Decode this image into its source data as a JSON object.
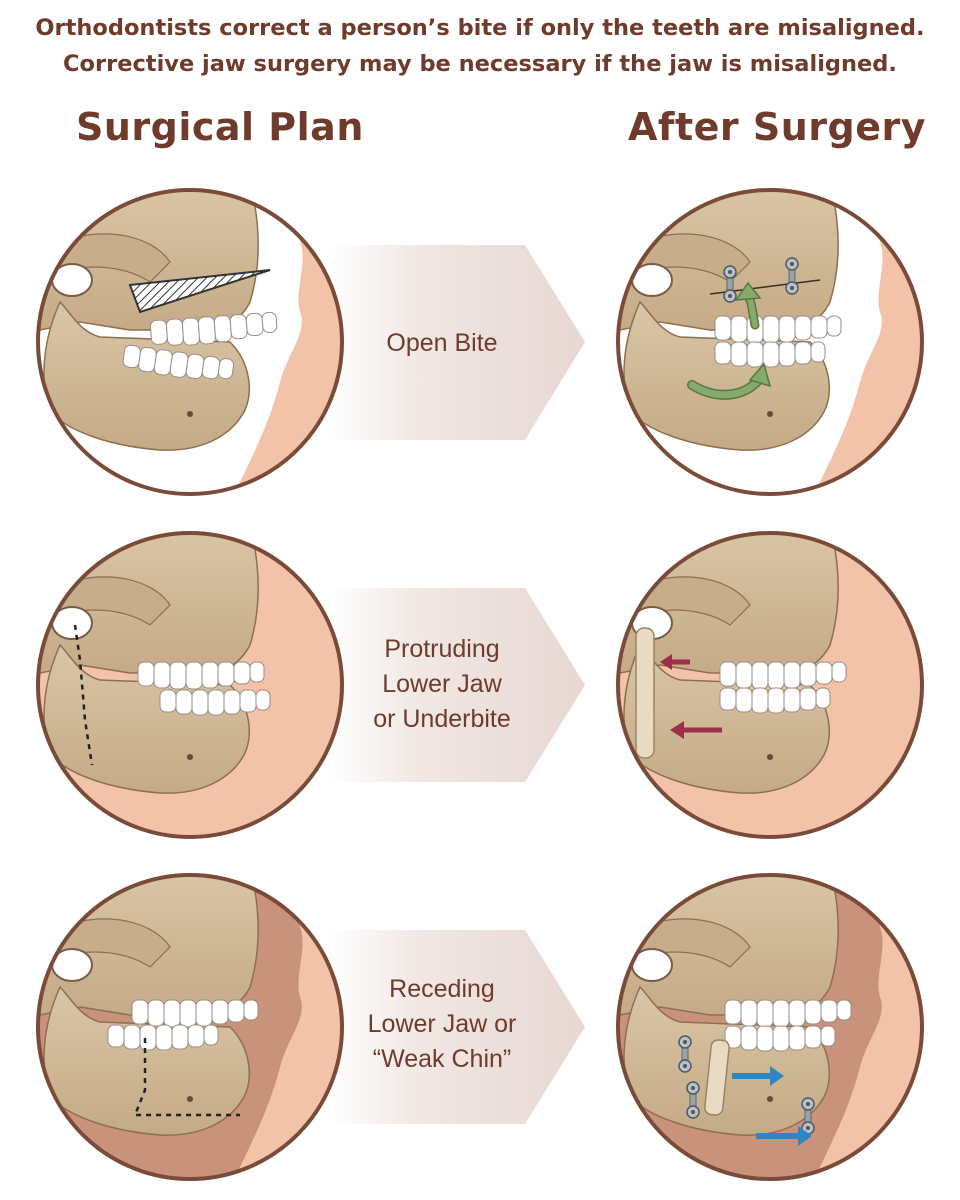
{
  "header": {
    "line1": "Orthodontists correct a person’s bite if only the teeth are misaligned.",
    "line2": "Corrective jaw surgery may be necessary if the jaw is misaligned."
  },
  "columns": {
    "left": "Surgical Plan",
    "right": "After Surgery"
  },
  "rows": [
    {
      "id": "open-bite",
      "label_lines": [
        "Open Bite"
      ]
    },
    {
      "id": "underbite",
      "label_lines": [
        "Protruding",
        "Lower Jaw",
        "or Underbite"
      ]
    },
    {
      "id": "weak-chin",
      "label_lines": [
        "Receding",
        "Lower Jaw or",
        "“Weak Chin”"
      ]
    }
  ],
  "colors": {
    "title_brown": "#6e3b2c",
    "circle_border": "#7b4b3a",
    "bone": "#d6c09f",
    "bone_shadow": "#b49877",
    "skin": "#f2c3a8",
    "skin_dark": "#c9927a",
    "arrow_fill": "#f0e7e4",
    "green_arrow": "#7e9f63",
    "red_arrow": "#9c2f49",
    "blue_arrow": "#2f86c6",
    "plate_gray": "#8f9aa5"
  },
  "icons": [
    "hatch-wedge-icon",
    "dashed-cut-line-icon",
    "screw-plate-icon",
    "movement-arrow-icon"
  ]
}
